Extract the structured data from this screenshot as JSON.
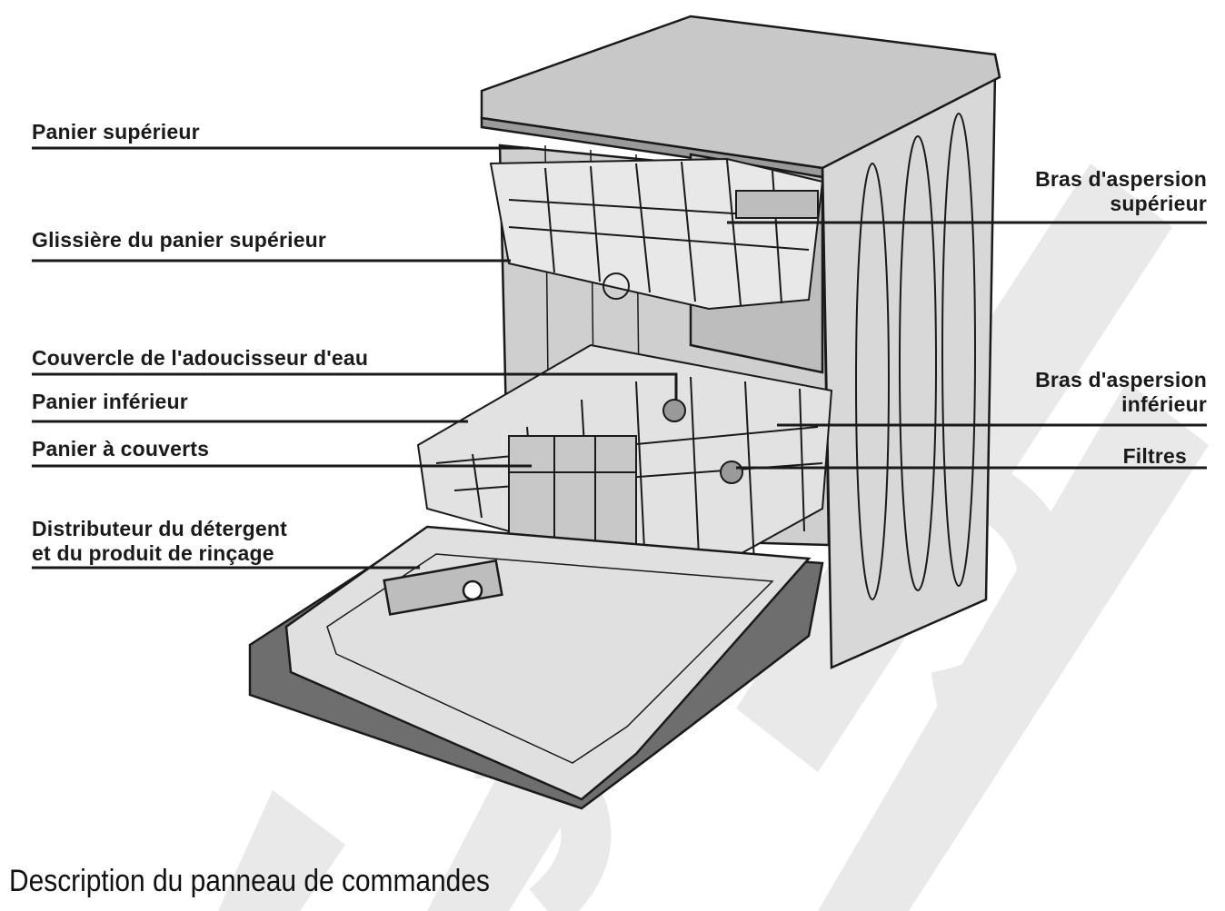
{
  "labels_left": [
    {
      "id": "panier-superieur",
      "lines": [
        "Panier supérieur"
      ]
    },
    {
      "id": "glissiere",
      "lines": [
        "Glissière du panier supérieur"
      ]
    },
    {
      "id": "couvercle-adoucisseur",
      "lines": [
        "Couvercle de l'adoucisseur d'eau"
      ]
    },
    {
      "id": "panier-inferieur",
      "lines": [
        "Panier inférieur"
      ]
    },
    {
      "id": "panier-couverts",
      "lines": [
        "Panier à couverts"
      ]
    },
    {
      "id": "distributeur",
      "lines": [
        "Distributeur du détergent",
        "et du produit de rinçage"
      ]
    }
  ],
  "labels_right": [
    {
      "id": "bras-superieur",
      "lines": [
        "Bras d'aspersion",
        "supérieur"
      ]
    },
    {
      "id": "bras-inferieur",
      "lines": [
        "Bras d'aspersion",
        "inférieur"
      ]
    },
    {
      "id": "filtres",
      "lines": [
        "Filtres"
      ]
    }
  ],
  "caption": "Description du panneau de commandes",
  "colors": {
    "ink": "#1a1a1a",
    "body_fill": "#dcdcdc",
    "dark_fill": "#6e6e6e",
    "watermark": "#e6e6e6"
  }
}
